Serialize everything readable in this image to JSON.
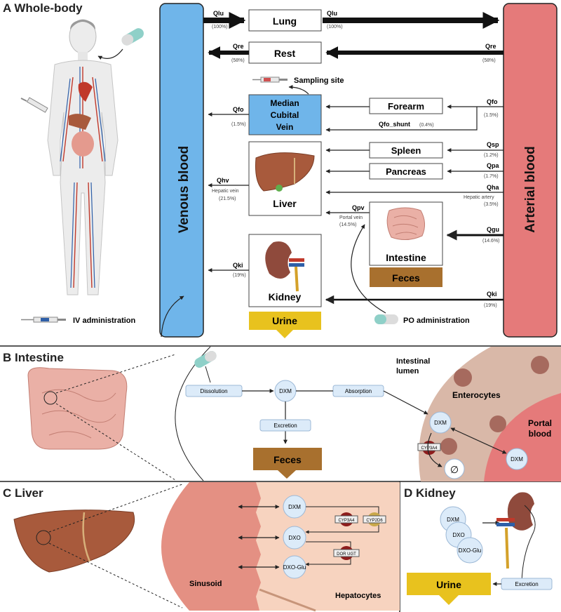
{
  "panelA": {
    "title": "A Whole-body",
    "venous": "Venous blood",
    "arterial": "Arterial blood",
    "organs": {
      "lung": "Lung",
      "rest": "Rest",
      "mcv": [
        "Median",
        "Cubital",
        "Vein"
      ],
      "forearm": "Forearm",
      "spleen": "Spleen",
      "pancreas": "Pancreas",
      "liver": "Liver",
      "intestine": "Intestine",
      "kidney": "Kidney"
    },
    "sampling": "Sampling site",
    "feces": "Feces",
    "urine": "Urine",
    "iv": "IV administration",
    "po": "PO administration",
    "flows": {
      "qlu_left": "Qlu",
      "qlu_left_pct": "(100%)",
      "qlu_right": "Qlu",
      "qlu_right_pct": "(100%)",
      "qre_left": "Qre",
      "qre_left_pct": "(58%)",
      "qre_right": "Qre",
      "qre_right_pct": "(58%)",
      "qfo_left": "Qfo",
      "qfo_left_pct": "(1.5%)",
      "qfo_right": "Qfo",
      "qfo_right_pct": "(1.5%)",
      "qfo_shunt": "Qfo_shunt",
      "qfo_shunt_pct": "(0.4%)",
      "qsp": "Qsp",
      "qsp_pct": "(1.2%)",
      "qpa": "Qpa",
      "qpa_pct": "(1.7%)",
      "qha": "Qha",
      "qha_sub": "Hepatic artery",
      "qha_pct": "(3.5%)",
      "qhv": "Qhv",
      "qhv_sub": "Hepatic vein",
      "qhv_pct": "(21.5%)",
      "qpv": "Qpv",
      "qpv_sub": "Portal vein",
      "qpv_pct": "(14.5%)",
      "qgu": "Qgu",
      "qgu_pct": "(14.6%)",
      "qki_left": "Qki",
      "qki_left_pct": "(19%)",
      "qki_right": "Qki",
      "qki_right_pct": "(19%)"
    }
  },
  "panelB": {
    "title": "B Intestine",
    "dissolution": "Dissolution",
    "dxm": "DXM",
    "absorption": "Absorption",
    "excretion": "Excretion",
    "feces": "Feces",
    "lumen": [
      "Intestinal",
      "lumen"
    ],
    "enterocytes": "Enterocytes",
    "portal": [
      "Portal",
      "blood"
    ],
    "cyp": "CYP3A4",
    "dxm_cell": "DXM",
    "dxm_portal": "DXM",
    "empty": "∅"
  },
  "panelC": {
    "title": "C Liver",
    "dxm": "DXM",
    "dxo": "DXO",
    "dxoglu": "DXO-Glu",
    "cyp3a4": "CYP3A4",
    "cyp2d6": "CYP2D6",
    "ugt": "DOR UGT",
    "sinusoid": "Sinusoid",
    "hepatocytes": "Hepatocytes"
  },
  "panelD": {
    "title": "D Kidney",
    "dxm": "DXM",
    "dxo": "DXO",
    "dxoglu": "DXO-Glu",
    "urine": "Urine",
    "excretion": "Excretion"
  },
  "colors": {
    "venous": "#6fb5ea",
    "arterial": "#e57a7a",
    "feces": "#a8702e",
    "urine": "#e8c21e",
    "node": "#dcebf9",
    "enzyme": "#8e1c1c"
  }
}
